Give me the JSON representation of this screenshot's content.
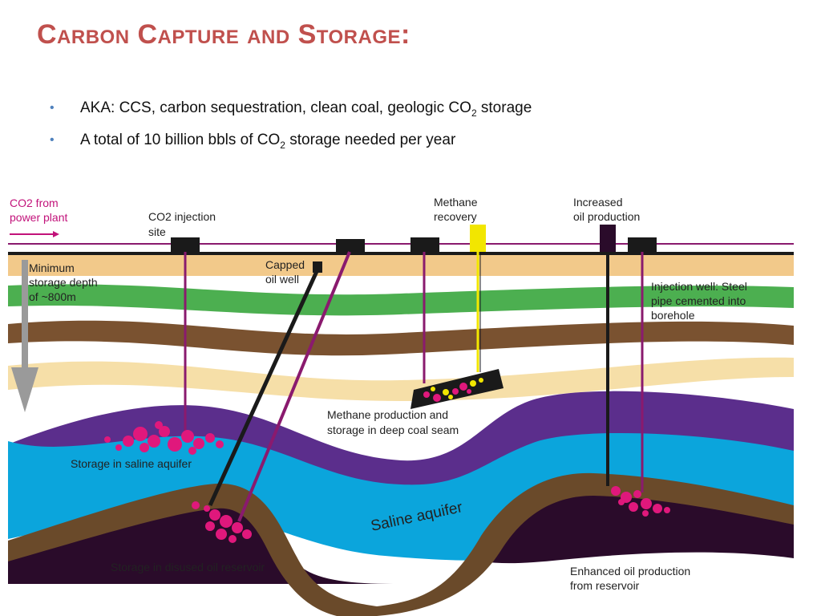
{
  "title": "Carbon Capture and Storage:",
  "bullets": [
    {
      "pre": "AKA: CCS, carbon sequestration, clean coal, geologic CO",
      "sub": "2",
      "post": " storage"
    },
    {
      "pre": "A total of 10 billion bbls of CO",
      "sub": "2",
      "post": " storage needed per year"
    }
  ],
  "diagram": {
    "labels": {
      "co2_from_1": "CO2 from",
      "co2_from_2": "power plant",
      "injection_site_1": "CO2 injection",
      "injection_site_2": "site",
      "min_depth_1": "Minimum",
      "min_depth_2": "storage depth",
      "min_depth_3": "of ~800m",
      "capped_1": "Capped",
      "capped_2": "oil well",
      "methane_recovery_1": "Methane",
      "methane_recovery_2": "recovery",
      "increased_1": "Increased",
      "increased_2": "oil production",
      "injection_well_1": "Injection well: Steel",
      "injection_well_2": "pipe cemented into",
      "injection_well_3": "borehole",
      "methane_prod_1": "Methane production and",
      "methane_prod_2": "storage in deep coal seam",
      "saline_storage": "Storage in saline aquifer",
      "saline_aquifer": "Saline aquifer",
      "disused_oil": "Storage in disused oil reservoir",
      "enhanced_1": "Enhanced oil production",
      "enhanced_2": "from reservoir"
    },
    "colors": {
      "surface_line": "#1a1a1a",
      "pipe_line": "#8a1a6e",
      "tan_layer": "#f2c98a",
      "green_layer": "#4caf50",
      "brown_layer": "#7a5230",
      "light_tan_layer": "#f6dfa8",
      "purple_layer": "#5b2e8c",
      "aquifer_blue": "#0ba5dc",
      "reservoir_dark": "#2a0b2a",
      "co2_pink": "#e0187c",
      "methane_yellow": "#f2e600",
      "arrow_gray": "#9a9a9a",
      "label_magenta": "#c2127a"
    }
  }
}
